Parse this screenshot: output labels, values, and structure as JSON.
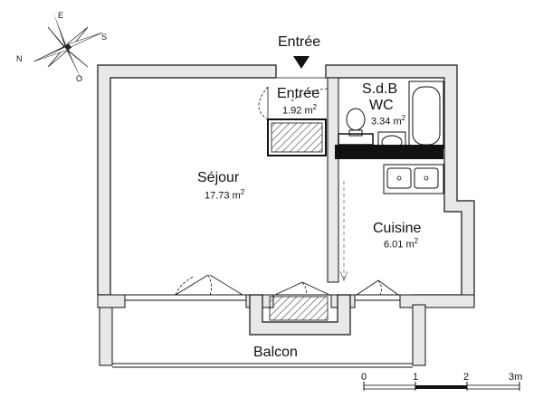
{
  "compass": {
    "n": "N",
    "s": "S",
    "e": "E",
    "o": "O"
  },
  "entrance_label": "Entrée",
  "rooms": {
    "entree": {
      "name": "Entrée",
      "area": "1.92 m",
      "unit_exp": "2"
    },
    "sdb": {
      "name": "S.d.B",
      "name2": "WC",
      "area": "3.34 m",
      "unit_exp": "2"
    },
    "sejour": {
      "name": "Séjour",
      "area": "17.73 m",
      "unit_exp": "2"
    },
    "cuisine": {
      "name": "Cuisine",
      "area": "6.01 m",
      "unit_exp": "2"
    },
    "balcon": {
      "name": "Balcon"
    }
  },
  "scale": {
    "t0": "0",
    "t1": "1",
    "t2": "2",
    "t3": "3m"
  },
  "colors": {
    "wall": "#e6e6e6",
    "line": "#111111",
    "hatch": "#555555"
  }
}
